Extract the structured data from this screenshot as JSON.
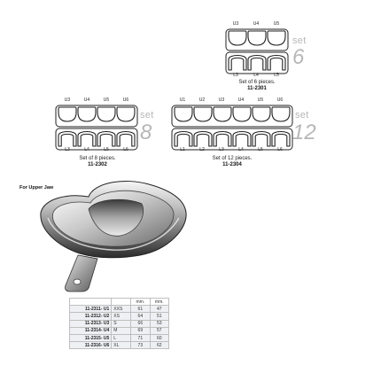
{
  "sets": [
    {
      "id": "set6",
      "set_word": "set",
      "number": "6",
      "upper_labels": [
        "U3",
        "U4",
        "U5"
      ],
      "lower_labels": [
        "L3",
        "L4",
        "L5"
      ],
      "caption": "Set of 6 pieces.",
      "code": "11-2301"
    },
    {
      "id": "set8",
      "set_word": "set",
      "number": "8",
      "upper_labels": [
        "U3",
        "U4",
        "U5",
        "U6"
      ],
      "lower_labels": [
        "L3",
        "L4",
        "L5",
        "L6"
      ],
      "caption": "Set of 8 pieces.",
      "code": "11-2302"
    },
    {
      "id": "set12",
      "set_word": "set",
      "number": "12",
      "upper_labels": [
        "U1",
        "U2",
        "U3",
        "U4",
        "U5",
        "U6"
      ],
      "lower_labels": [
        "L1",
        "L2",
        "L3",
        "L4",
        "L5",
        "L6"
      ],
      "caption": "Set of 12 pieces.",
      "code": "11-2304"
    }
  ],
  "product_label": "For Upper Jaw",
  "size_table": {
    "headers": [
      "",
      "",
      "mm.",
      "mm."
    ],
    "rows": [
      [
        "11-2311- U1",
        "XXS",
        "61",
        "47"
      ],
      [
        "11-2312- U2",
        "XS",
        "64",
        "51"
      ],
      [
        "11-2313- U3",
        "S",
        "66",
        "53"
      ],
      [
        "11-2314- U4",
        "M",
        "69",
        "57"
      ],
      [
        "11-2315- U5",
        "L",
        "71",
        "60"
      ],
      [
        "11-2316- U6",
        "XL",
        "73",
        "62"
      ]
    ]
  },
  "colors": {
    "set_text": "#b7b7b7",
    "tray_fill": "#ffffff",
    "tray_stroke": "#222222",
    "table_row_bg": "#eef0f3",
    "table_border": "#bfbfbf"
  }
}
